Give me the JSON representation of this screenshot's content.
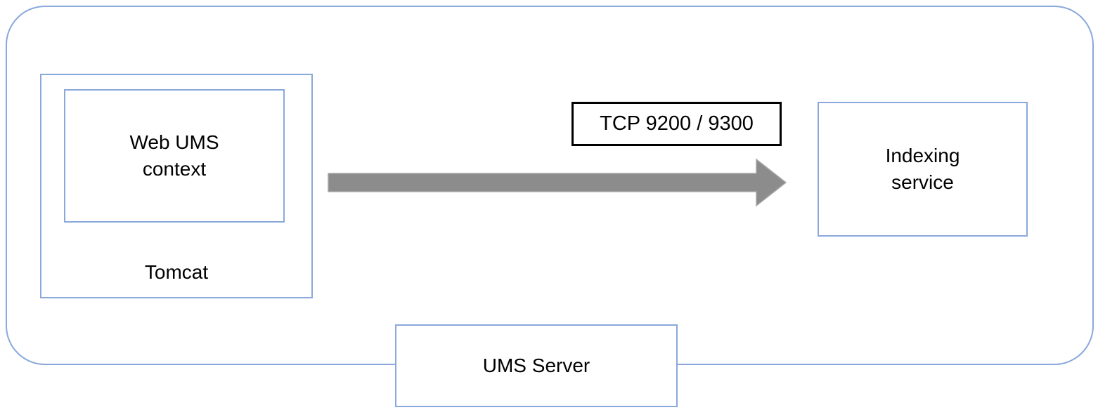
{
  "diagram": {
    "type": "architecture-diagram",
    "nodes": {
      "web_ums_context": {
        "label": "Web UMS\ncontext"
      },
      "tomcat": {
        "label": "Tomcat"
      },
      "indexing_service": {
        "label": "Indexing\nservice"
      },
      "ums_server": {
        "label": "UMS Server"
      }
    },
    "edges": [
      {
        "from": "tomcat",
        "to": "indexing_service",
        "label": "TCP 9200 / 9300",
        "direction": "right"
      }
    ],
    "colors": {
      "node_border": "#8aa8dc",
      "boundary_border": "#8aa8dc",
      "edge_label_border": "#000000",
      "arrow_fill": "#8c8c8c",
      "arrow_outline": "#a6a6a6",
      "text": "#000000",
      "background": "#ffffff"
    }
  }
}
